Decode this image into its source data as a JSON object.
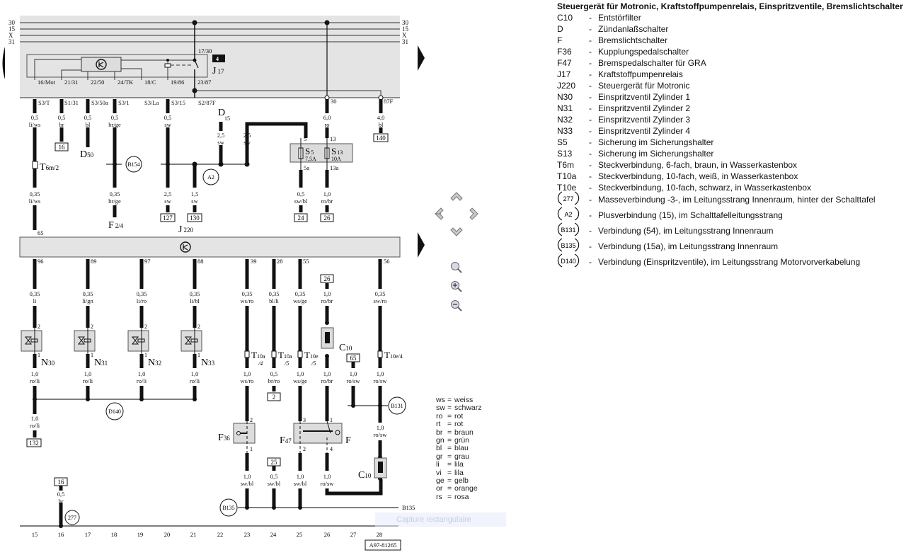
{
  "title": "Steuergerät für Motronic, Kraftstoffpumpenrelais, Einspritzventile, Bremslichtschalter",
  "legend": [
    {
      "code": "C10",
      "desc": "Entstörfilter"
    },
    {
      "code": "D",
      "desc": "Zündanlaßschalter"
    },
    {
      "code": "F",
      "desc": "Bremslichtschalter"
    },
    {
      "code": "F36",
      "desc": "Kupplungspedalschalter"
    },
    {
      "code": "F47",
      "desc": "Bremspedalschalter für GRA"
    },
    {
      "code": "J17",
      "desc": "Kraftstoffpumpenrelais"
    },
    {
      "code": "J220",
      "desc": "Steuergerät für Motronic"
    },
    {
      "code": "N30",
      "desc": "Einspritzventil Zylinder 1"
    },
    {
      "code": "N31",
      "desc": "Einspritzventil Zylinder 2"
    },
    {
      "code": "N32",
      "desc": "Einspritzventil Zylinder 3"
    },
    {
      "code": "N33",
      "desc": "Einspritzventil Zylinder 4"
    },
    {
      "code": "S5",
      "desc": "Sicherung im Sicherungshalter"
    },
    {
      "code": "S13",
      "desc": "Sicherung im Sicherungshalter"
    },
    {
      "code": "T6m",
      "desc": "Steckverbindung, 6-fach, braun, in Wasserkastenbox"
    },
    {
      "code": "T10a",
      "desc": "Steckverbindung, 10-fach, weiß, in Wasserkastenbox"
    },
    {
      "code": "T10e",
      "desc": "Steckverbindung, 10-fach, schwarz, in Wasserkastenbox"
    }
  ],
  "legend_circles": [
    {
      "code": "277",
      "desc": "Masseverbindung -3-, im Leitungsstrang Innenraum, hinter der Schalttafel"
    },
    {
      "code": "A2",
      "desc": "Plusverbindung (15), im Schalttafelleitungsstrang"
    },
    {
      "code": "B131",
      "desc": "Verbindung (54), im Leitungsstrang Innenraum"
    },
    {
      "code": "B135",
      "desc": "Verbindung (15a), im Leitungsstrang Innenraum"
    },
    {
      "code": "D140",
      "desc": "Verbindung (Einspritzventile), im Leitungsstrang Motorvorverkabelung"
    }
  ],
  "color_codes": [
    {
      "k": "ws",
      "v": "weiss"
    },
    {
      "k": "sw",
      "v": "schwarz"
    },
    {
      "k": "ro",
      "v": "rot"
    },
    {
      "k": "rt",
      "v": "rot"
    },
    {
      "k": "br",
      "v": "braun"
    },
    {
      "k": "gn",
      "v": "grün"
    },
    {
      "k": "bl",
      "v": "blau"
    },
    {
      "k": "gr",
      "v": "grau"
    },
    {
      "k": "li",
      "v": "lila"
    },
    {
      "k": "vi",
      "v": "lila"
    },
    {
      "k": "ge",
      "v": "gelb"
    },
    {
      "k": "or",
      "v": "orange"
    },
    {
      "k": "rs",
      "v": "rosa"
    }
  ],
  "bus_labels": [
    "30",
    "15",
    "X",
    "31"
  ],
  "relay": {
    "name": "J",
    "sub": "17",
    "slot": "4",
    "top_pin": "17/30"
  },
  "relay_pins": [
    "16/Mot",
    "21/31",
    "22/50",
    "24/TK",
    "18/C",
    "19/86",
    "23/87"
  ],
  "relay_connectors": [
    "S3/T",
    "S1/31",
    "S3/50a",
    "S3/1",
    "S3/La",
    "S3/15",
    "S2/87F",
    "30",
    "87F"
  ],
  "upper_wires": [
    {
      "size": "0,5",
      "color": "li/ws"
    },
    {
      "size": "0,5",
      "color": "br"
    },
    {
      "size": "0,5",
      "color": "bl"
    },
    {
      "size": "0,5",
      "color": "br/ge"
    },
    {
      "size": "0,5",
      "color": "sw"
    },
    {
      "size": "2,5",
      "color": "sw"
    },
    {
      "size": "2,5",
      "color": "sw"
    },
    {
      "size": "6,0",
      "color": "ro"
    },
    {
      "size": "4,0",
      "color": "bl"
    }
  ],
  "upper_wires2": [
    {
      "size": "0,35",
      "color": "li/ws"
    },
    {
      "size": "0,35",
      "color": "br/ge"
    },
    {
      "size": "2,5",
      "color": "sw"
    },
    {
      "size": "1,5",
      "color": "sw"
    },
    {
      "size": "0,5",
      "color": "sw/bl"
    },
    {
      "size": "1,0",
      "color": "ro/br"
    }
  ],
  "refs": {
    "r16": "16",
    "r140": "140",
    "r127": "127",
    "r130": "130",
    "r24": "24",
    "r26": "26",
    "r26b": "26",
    "r2": "2",
    "r65": "65",
    "r25": "25",
    "r132": "132",
    "r16b": "16"
  },
  "labels": {
    "D": "D",
    "D15": "15",
    "D50": "D",
    "D50s": "50",
    "T6m": "T",
    "T6ms": "6m/2",
    "B154": "B154",
    "A2": "A2",
    "F24": "F",
    "F24s": "2/4",
    "J220": "J",
    "J220s": "220",
    "pin65": "65",
    "S5": "S",
    "S5s": "5",
    "S5a": "7,5A",
    "S13": "S",
    "S13s": "13",
    "S13a": "10A",
    "p5": "5",
    "p13": "13",
    "p5a": "5a",
    "p13a": "13a",
    "D140": "D140",
    "B131": "B131",
    "B135": "B135",
    "B135r": "B135",
    "g277": "277",
    "C10": "C",
    "C10s": "10",
    "C10b": "C",
    "C10bs": "10",
    "F36": "F",
    "F36s": "36",
    "F47": "F",
    "F47s": "47",
    "F": "F",
    "docid": "A97-81265"
  },
  "ecu_pins": [
    "96",
    "89",
    "97",
    "88",
    "39",
    "28",
    "55",
    "56"
  ],
  "injectors": [
    {
      "name": "N",
      "sub": "30"
    },
    {
      "name": "N",
      "sub": "31"
    },
    {
      "name": "N",
      "sub": "32"
    },
    {
      "name": "N",
      "sub": "33"
    }
  ],
  "lower_wires_a": [
    {
      "size": "0,35",
      "color": "li"
    },
    {
      "size": "0,35",
      "color": "li/gn"
    },
    {
      "size": "0,35",
      "color": "li/ro"
    },
    {
      "size": "0,35",
      "color": "li/bl"
    },
    {
      "size": "0,35",
      "color": "ws/ro"
    },
    {
      "size": "0,35",
      "color": "bl/li"
    },
    {
      "size": "0,35",
      "color": "ws/ge"
    },
    {
      "size": "1,0",
      "color": "ro/br"
    },
    {
      "size": "0,35",
      "color": "sw/ro"
    }
  ],
  "lower_wires_b": [
    {
      "size": "1,0",
      "color": "ro/li"
    },
    {
      "size": "1,0",
      "color": "ro/li"
    },
    {
      "size": "1,0",
      "color": "ro/li"
    },
    {
      "size": "1,0",
      "color": "ro/li"
    },
    {
      "size": "1,0",
      "color": "ws/ro"
    },
    {
      "size": "0,5",
      "color": "br/ro"
    },
    {
      "size": "1,0",
      "color": "ws/ge"
    },
    {
      "size": "1,0",
      "color": "ro/br"
    },
    {
      "size": "1,0",
      "color": "ro/sw"
    },
    {
      "size": "1,0",
      "color": "ro/sw"
    }
  ],
  "lower_wires_c": [
    {
      "size": "1,0",
      "color": "ro/li"
    },
    {
      "size": "0,5",
      "color": "br"
    },
    {
      "size": "1,0",
      "color": "ro/sw"
    },
    {
      "size": "1,0",
      "color": "sw/bl"
    },
    {
      "size": "0,5",
      "color": "sw/bl"
    },
    {
      "size": "1,0",
      "color": "sw/bl"
    },
    {
      "size": "1,0",
      "color": "ro/sw"
    }
  ],
  "connectors_t": [
    {
      "name": "T",
      "sub": "10a",
      "pin": "/4"
    },
    {
      "name": "T",
      "sub": "10a",
      "pin": "/5"
    },
    {
      "name": "T",
      "sub": "10e",
      "pin": "/5"
    },
    {
      "name": "T",
      "sub": "10e/4",
      "pin": ""
    }
  ],
  "switch_pins": {
    "f36_top": "2",
    "f36_bot": "1",
    "f47_top": "3",
    "f47_bot": "2",
    "f_top": "1",
    "f_bot": "4",
    "inj_top": "2",
    "inj_bot": "1"
  },
  "track_numbers": [
    "15",
    "16",
    "17",
    "18",
    "19",
    "20",
    "21",
    "22",
    "23",
    "24",
    "25",
    "26",
    "27",
    "28"
  ],
  "ghost_text": "Capture rectangulaire"
}
